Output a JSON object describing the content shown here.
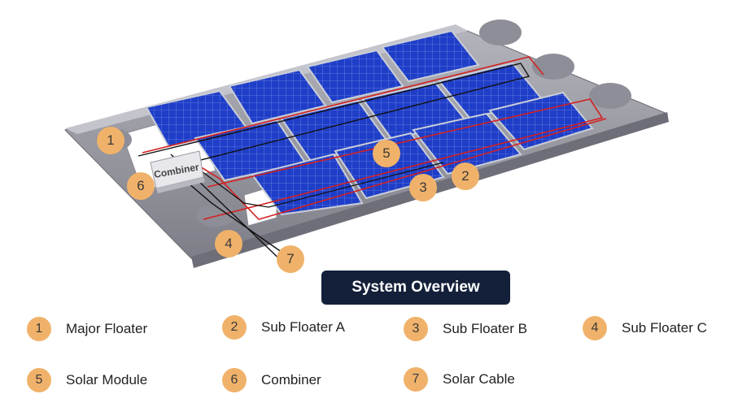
{
  "diagram": {
    "combiner_box_label": "Combiner",
    "callouts": [
      "1",
      "2",
      "3",
      "4",
      "5",
      "6",
      "7"
    ]
  },
  "title": "System Overview",
  "legend": [
    {
      "number": "1",
      "label": "Major Floater"
    },
    {
      "number": "2",
      "label": "Sub Floater A"
    },
    {
      "number": "3",
      "label": "Sub Floater B"
    },
    {
      "number": "4",
      "label": "Sub Floater C"
    },
    {
      "number": "5",
      "label": "Solar Module"
    },
    {
      "number": "6",
      "label": "Combiner"
    },
    {
      "number": "7",
      "label": "Solar Cable"
    }
  ],
  "colors": {
    "badge": "#f0b26a",
    "title_background": "#14203a",
    "panel": "#1f3ec8",
    "floater": "#9a9aa4",
    "cable_red": "#d42020",
    "cable_black": "#111111"
  }
}
